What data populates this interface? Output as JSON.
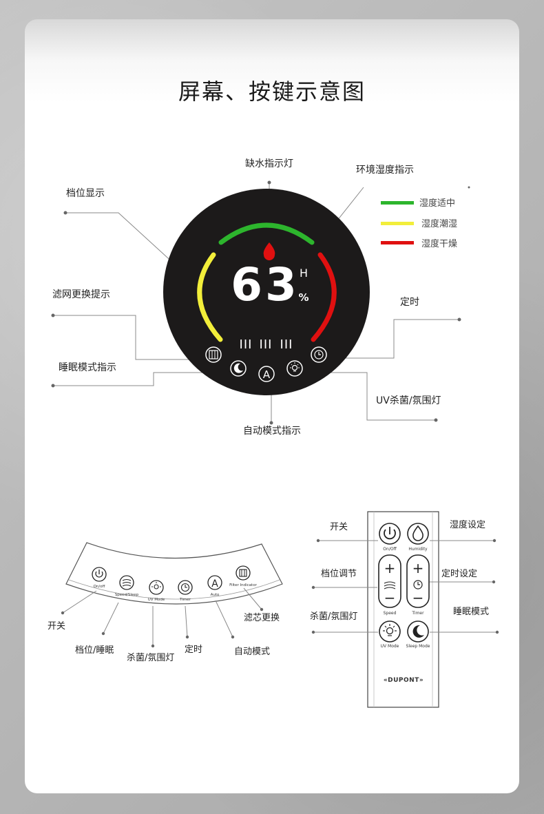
{
  "title": "屏幕、按键示意图",
  "display": {
    "labels": {
      "water_shortage": "缺水指示灯",
      "env_humidity": "环境湿度指示",
      "speed_display": "档位显示",
      "filter_replace": "滤网更换提示",
      "timer": "定时",
      "sleep_mode": "睡眠模式指示",
      "uv_light": "UV杀菌/氛围灯",
      "auto_mode": "自动模式指示"
    },
    "legend": [
      {
        "label": "湿度适中",
        "color": "#2db52d"
      },
      {
        "label": "湿度潮湿",
        "color": "#f2ee3a"
      },
      {
        "label": "湿度干燥",
        "color": "#e01010"
      }
    ],
    "humidity_value": "63",
    "unit_h": "H",
    "unit_percent": "%",
    "speed_bars": [
      "III",
      "III",
      "III"
    ],
    "auto_letter": "A"
  },
  "panel": {
    "buttons": [
      {
        "name": "on-off",
        "caption": "On/off"
      },
      {
        "name": "speed-sleep",
        "caption": "Speed/Sleep"
      },
      {
        "name": "uv-mode",
        "caption": "UV Mode"
      },
      {
        "name": "timer",
        "caption": "Timer"
      },
      {
        "name": "auto",
        "caption": "Auto",
        "glyph": "A"
      },
      {
        "name": "filter",
        "caption": "Filter Indicator"
      }
    ],
    "labels": {
      "power": "开关",
      "speed_sleep": "档位/睡眠",
      "uv_light": "杀菌/氛围灯",
      "timer": "定时",
      "auto_mode": "自动模式",
      "filter_replace": "滤芯更换"
    }
  },
  "remote": {
    "captions": {
      "on_off": "On/Off",
      "humidity": "Humidity",
      "speed": "Speed",
      "timer": "Timer",
      "uv_mode": "UV Mode",
      "sleep_mode": "Sleep Mode"
    },
    "brand": "«DUPONT»",
    "labels": {
      "power": "开关",
      "humidity_set": "湿度设定",
      "speed_adjust": "档位调节",
      "timer_set": "定时设定",
      "uv_light": "杀菌/氛围灯",
      "sleep_mode": "睡眠模式"
    },
    "plus": "+",
    "minus": "−"
  }
}
